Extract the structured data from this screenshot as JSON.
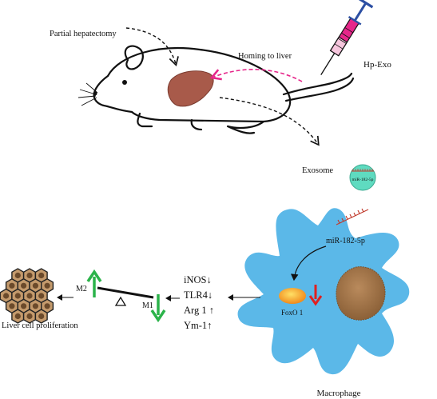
{
  "labels": {
    "partial_hepatectomy": "Partial hepatectomy",
    "homing": "Homing to liver",
    "hp_exo": "Hp-Exo",
    "exosome": "Exosome",
    "exosome_inner": "miR-182-5p",
    "mirna": "miR-182-5p",
    "foxo": "FoxO 1",
    "macrophage": "Macrophage",
    "m2": "M2",
    "m1": "M1",
    "liver_prolif": "Liver cell proliferation"
  },
  "markers": [
    {
      "text": "iNOS↓"
    },
    {
      "text": "TLR4↓"
    },
    {
      "text": "Arg 1 ↑"
    },
    {
      "text": "Ym-1↑"
    }
  ],
  "colors": {
    "macrophage": "#5bb8e8",
    "nucleus": "#a87b4f",
    "liver": "#a85a4a",
    "syringe": "#e6268a",
    "syringe_plunger": "#2c4fa3",
    "homing_arrow": "#e6268a",
    "up_arrow": "#2bb34a",
    "down_arrow_green": "#2bb34a",
    "down_arrow_red": "#e02020",
    "foxo": "#f5a623",
    "exosome": "#5fdbc0",
    "hex_cell": "#c49a6c"
  },
  "icons": [
    "mouse-icon",
    "liver-icon",
    "syringe-icon",
    "exosome-icon",
    "mirna-icon",
    "nucleus-icon",
    "seesaw-icon",
    "hexagon-cells-icon"
  ]
}
